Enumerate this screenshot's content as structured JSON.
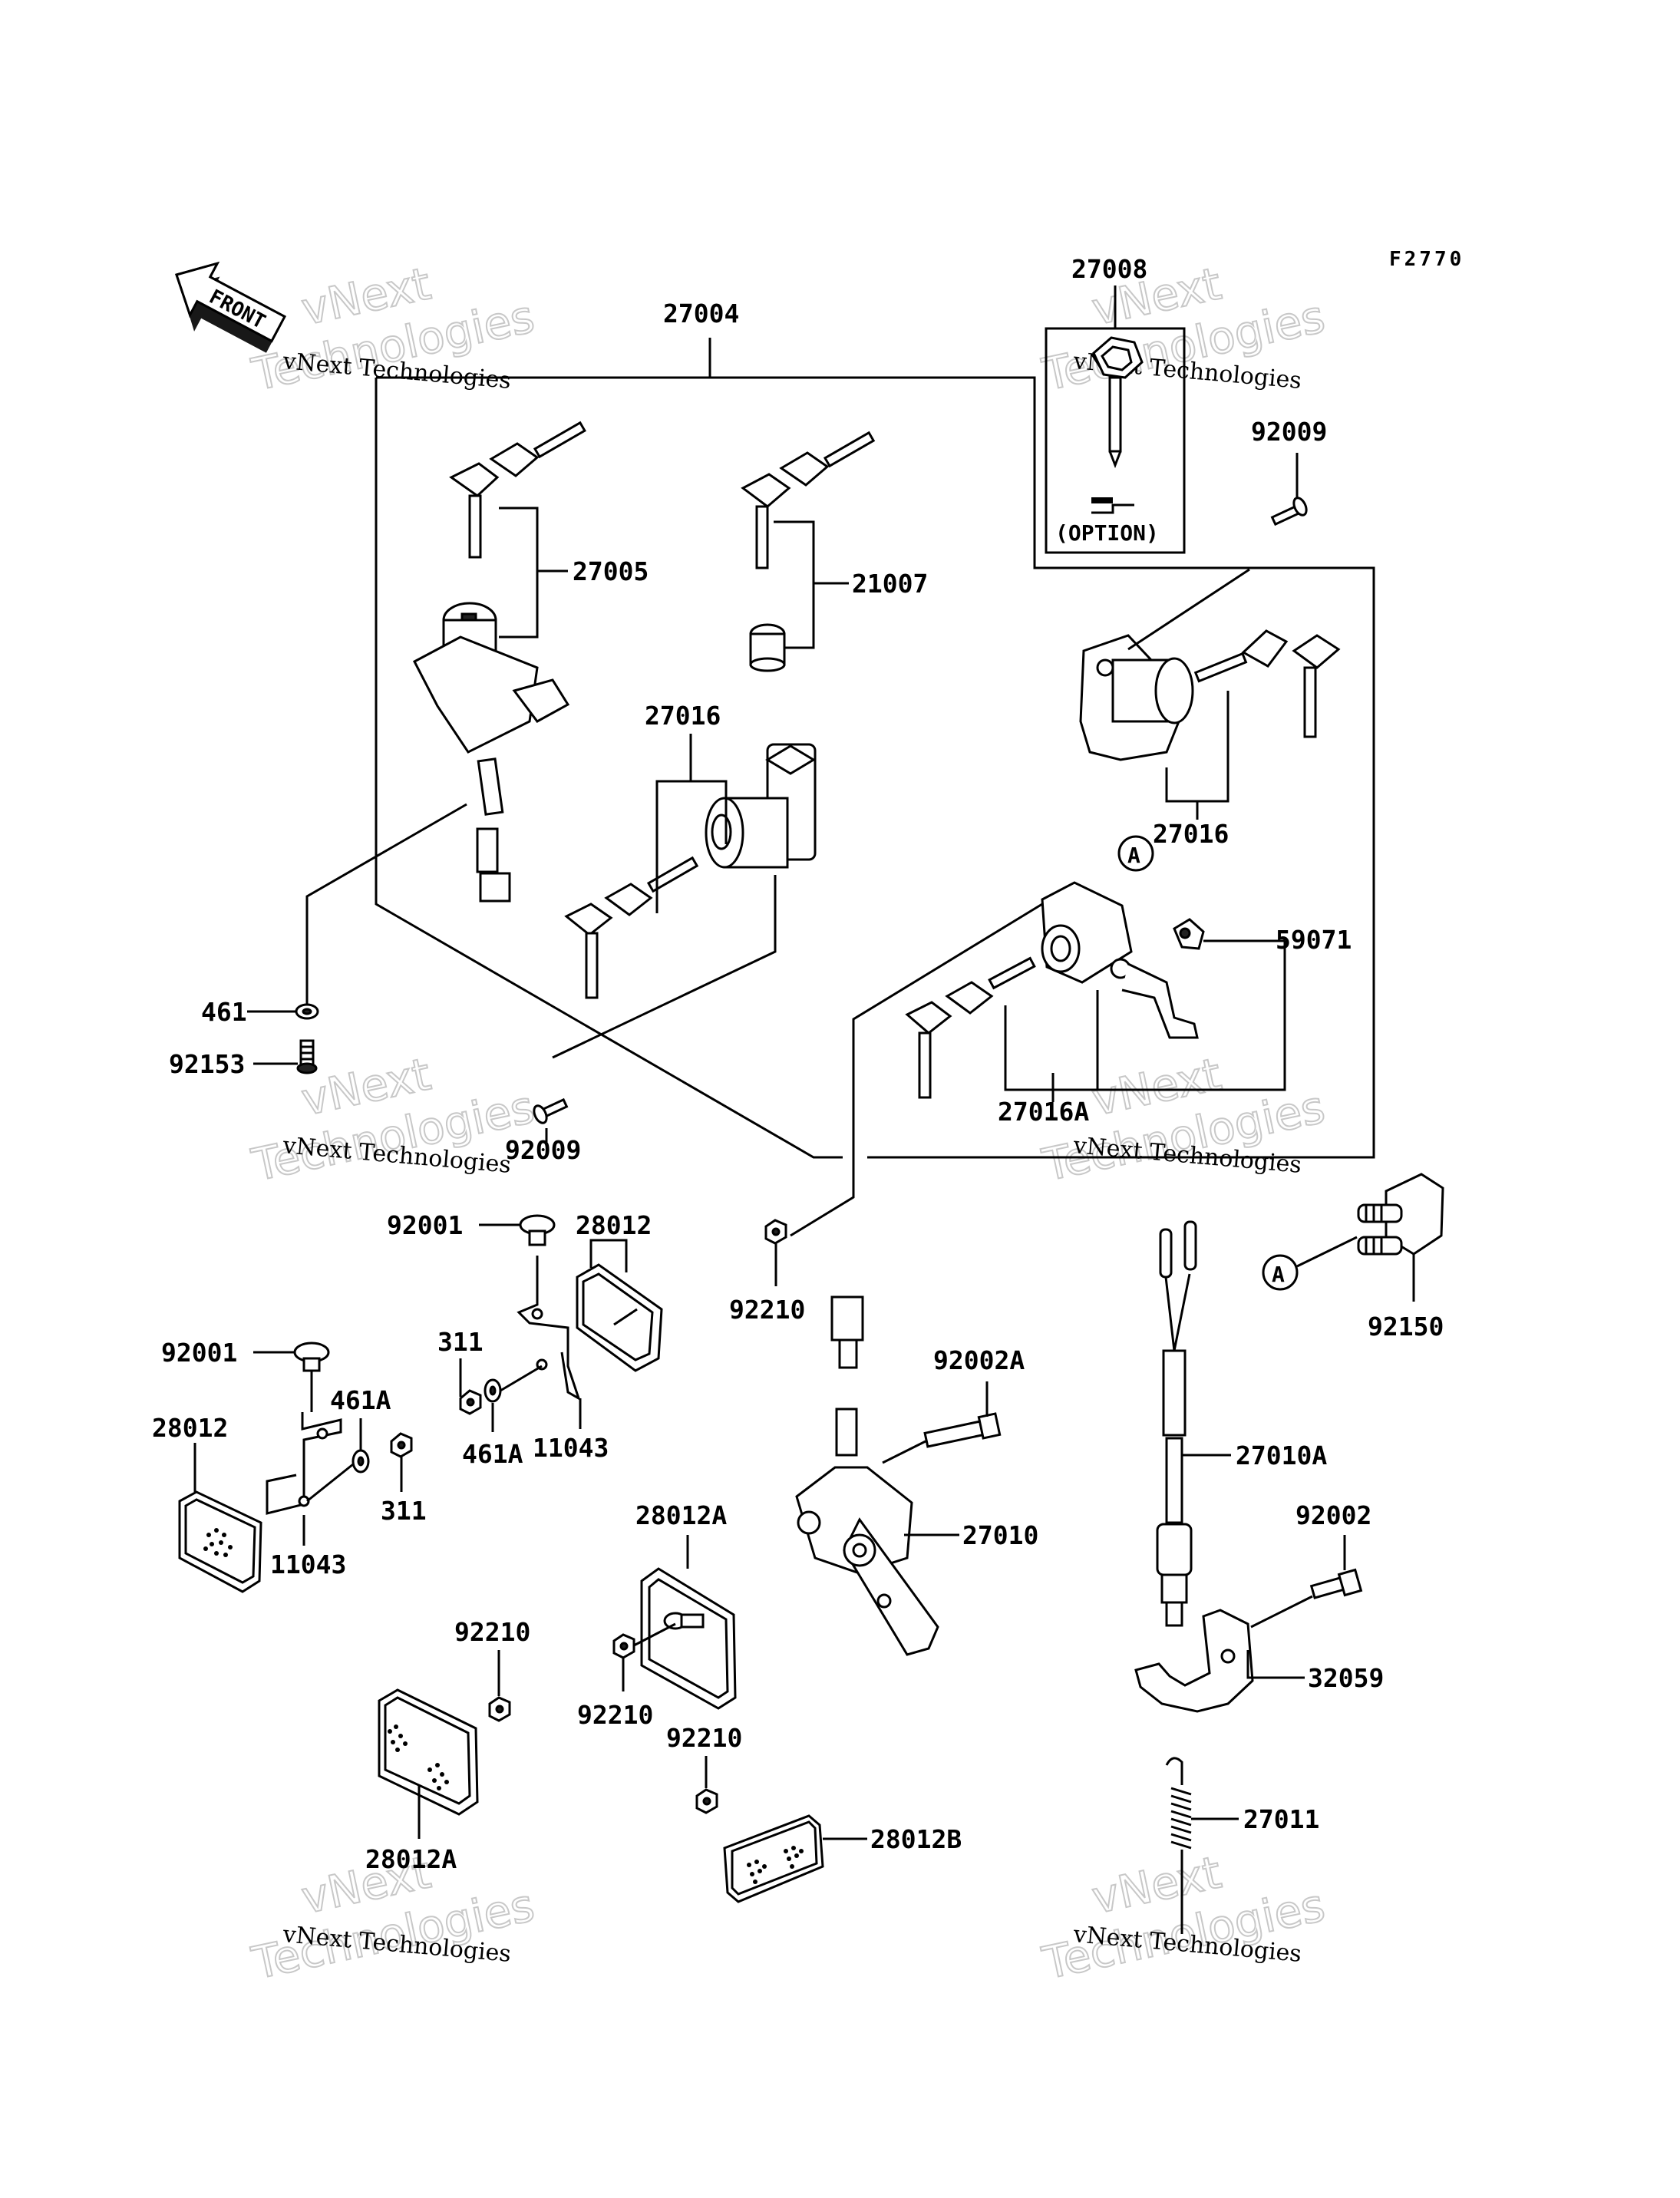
{
  "figure_code": "F2770",
  "front_arrow_label": "FRONT",
  "option_label": "(OPTION)",
  "watermark": {
    "line1": "vNext Technologies",
    "line2": "vNext",
    "line3": "Technologies"
  },
  "labels": {
    "p27004": "27004",
    "p27008": "27008",
    "p92009_top": "92009",
    "p27005": "27005",
    "p21007": "21007",
    "p27016_left": "27016",
    "p27016_right": "27016",
    "ref_a_upper": "A",
    "p59071": "59071",
    "p27016A": "27016A",
    "p461": "461",
    "p92153": "92153",
    "p92009_bottom": "92009",
    "p92001_upper": "92001",
    "p28012_upper": "28012",
    "p311_upper": "311",
    "p461A_lower": "461A",
    "p11043_upper": "11043",
    "p92001_left": "92001",
    "p461A_upper": "461A",
    "p28012_left": "28012",
    "p311_lower": "311",
    "p11043_lower": "11043",
    "p92210_center": "92210",
    "p92002A": "92002A",
    "p27010": "27010",
    "p28012A_center": "28012A",
    "p92210_left": "92210",
    "p28012A_left": "28012A",
    "p92210_mid": "92210",
    "p92210_bottom": "92210",
    "p28012B": "28012B",
    "ref_a_lower": "A",
    "p92150": "92150",
    "p27010A": "27010A",
    "p92002": "92002",
    "p32059": "32059",
    "p27011": "27011"
  }
}
